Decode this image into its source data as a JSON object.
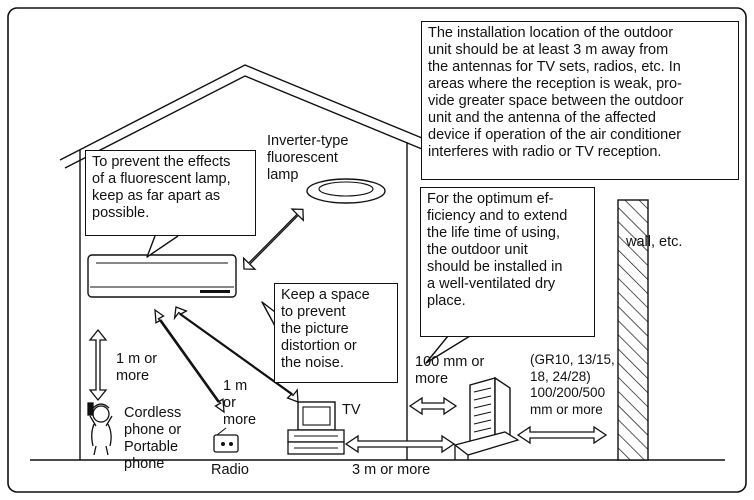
{
  "notes": {
    "installation": [
      "The installation location of the outdoor",
      "unit should be at least 3 m away from",
      "the antennas for TV sets, radios, etc. In",
      "areas where the reception is weak, pro-",
      "vide greater space between the outdoor",
      "unit and the antenna of the affected",
      "device if operation of the air conditioner",
      "interferes with radio or TV reception."
    ],
    "fluorescent": [
      "To prevent the effects",
      "of a fluorescent lamp,",
      "keep as far apart as",
      "possible."
    ],
    "efficiency": [
      "For the optimum ef-",
      "ficiency and to extend",
      "the life time of using,",
      "the outdoor unit",
      "should be installed in",
      "a well-ventilated dry",
      "place."
    ],
    "picture": [
      "Keep a space",
      "to prevent",
      "the picture",
      "distortion or",
      "the noise."
    ]
  },
  "labels": {
    "lamp": [
      "Inverter-type",
      "fluorescent",
      "lamp"
    ],
    "wall": "wall, etc.",
    "one_m_left": [
      "1 m or",
      "more"
    ],
    "one_m_mid": [
      "1 m",
      "or",
      "more"
    ],
    "phone": [
      "Cordless",
      "phone or",
      "Portable",
      "phone"
    ],
    "radio": "Radio",
    "tv": "TV",
    "three_m": "3 m or more",
    "hundred_mm": [
      "100 mm or",
      "more"
    ],
    "models": [
      "(GR10, 13/15,",
      "18, 24/28)",
      "100/200/500",
      "mm or more"
    ]
  }
}
